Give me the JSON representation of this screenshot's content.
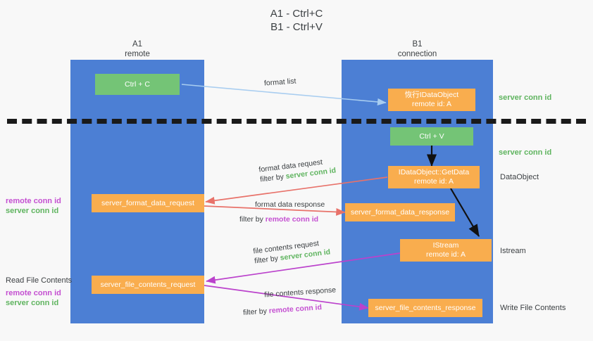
{
  "title": "A1 - Ctrl+C\nB1 - Ctrl+V",
  "columns": {
    "left": {
      "header": "A1\nremote"
    },
    "right": {
      "header": "B1\nconnection"
    }
  },
  "boxes": {
    "ctrl_c": {
      "label": "Ctrl + C"
    },
    "ctrl_v": {
      "label": "Ctrl + V"
    },
    "data_object": {
      "label": "恢行IDataObject\nremote id: A"
    },
    "get_data": {
      "label": "IDataObject::GetData\nremote id: A"
    },
    "istream": {
      "label": "IStream\nremote id: A"
    },
    "format_data_request": {
      "label": "server_format_data_request"
    },
    "format_data_response": {
      "label": "server_format_data_response"
    },
    "file_contents_request": {
      "label": "server_file_contents_request"
    },
    "file_contents_response": {
      "label": "server_file_contents_response"
    }
  },
  "right_notes": {
    "server_conn_id_1": "server conn id",
    "server_conn_id_2": "server conn id",
    "data_object": "DataObject",
    "istream": "Istream",
    "write_file": "Write File Contents"
  },
  "left_notes": {
    "conn_ids_top": {
      "remote": "remote conn id",
      "server": "server conn id"
    },
    "read_file": "Read File Contents",
    "conn_ids_bottom": {
      "remote": "remote conn id",
      "server": "server conn id"
    }
  },
  "arrow_labels": {
    "format_list": {
      "line1": "format list"
    },
    "format_data_request": {
      "line1": "format data request",
      "line2_prefix": "filter by ",
      "line2_tag": "server conn id"
    },
    "format_data_response": {
      "line1": "format data response",
      "line2_prefix": "filter by ",
      "line2_tag": "remote conn id"
    },
    "file_contents_request": {
      "line1": "file contents request",
      "line2_prefix": "filter by ",
      "line2_tag": "server conn id"
    },
    "file_contents_response": {
      "line1": "file contents response",
      "line2_prefix": "filter by ",
      "line2_tag": "remote conn id"
    }
  },
  "colors": {
    "lane": "#4c7fd4",
    "green_box": "#74c476",
    "orange_box": "#f9ad4e",
    "server_conn": "#5fb45f",
    "remote_conn": "#c44fd1",
    "light_blue_arrow": "#a8cdf0",
    "red_arrow": "#e8726a",
    "magenta_arrow": "#bb42cc",
    "black_arrow": "#111111",
    "background": "#f8f8f8"
  }
}
